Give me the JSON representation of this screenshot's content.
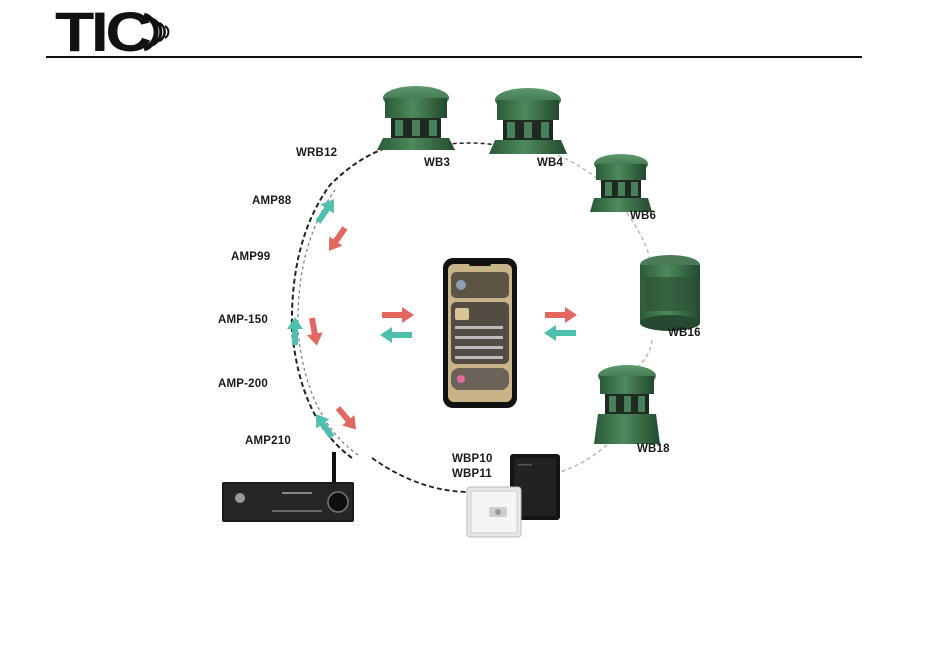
{
  "brand": {
    "logo_text": "TIC"
  },
  "labels": {
    "wrb12": "WRB12",
    "amp88": "AMP88",
    "amp99": "AMP99",
    "amp150": "AMP-150",
    "amp200": "AMP-200",
    "amp210": "AMP210",
    "wb3": "WB3",
    "wb4": "WB4",
    "wb6": "WB6",
    "wb16": "WB16",
    "wb18": "WB18",
    "wbp10": "WBP10",
    "wbp11": "WBP11"
  },
  "colors": {
    "speaker_green": "#3f7a4f",
    "speaker_dark": "#2b5a38",
    "arrow_red": "#e2685f",
    "arrow_teal": "#4fbfae",
    "line_dark": "#222222",
    "line_light": "#bbbbbb"
  }
}
